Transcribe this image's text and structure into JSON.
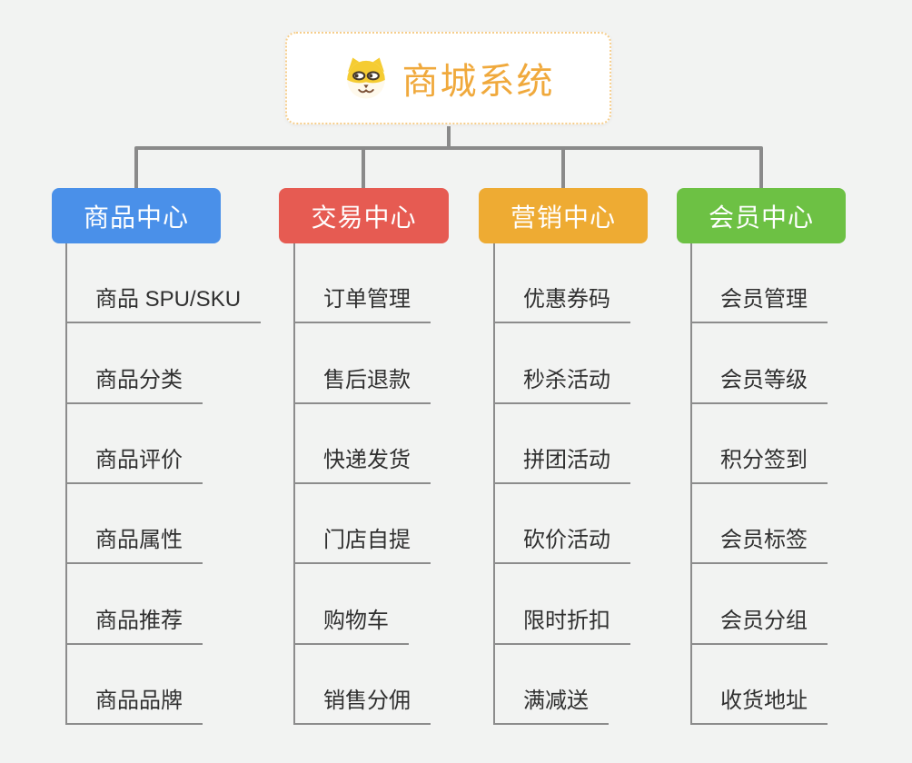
{
  "page": {
    "background": "#F2F3F2"
  },
  "root": {
    "title": "商城系统",
    "icon": "shiba-dog-icon",
    "title_color": "#F0A93C",
    "border_color": "#F6CE8C"
  },
  "connector_color": "#8A8A8A",
  "branches": [
    {
      "label": "商品中心",
      "color": "#4A90E9",
      "items": [
        "商品 SPU/SKU",
        "商品分类",
        "商品评价",
        "商品属性",
        "商品推荐",
        "商品品牌"
      ]
    },
    {
      "label": "交易中心",
      "color": "#E65B52",
      "items": [
        "订单管理",
        "售后退款",
        "快递发货",
        "门店自提",
        "购物车",
        "销售分佣"
      ]
    },
    {
      "label": "营销中心",
      "color": "#EEAB33",
      "items": [
        "优惠券码",
        "秒杀活动",
        "拼团活动",
        "砍价活动",
        "限时折扣",
        "满减送"
      ]
    },
    {
      "label": "会员中心",
      "color": "#6DC144",
      "items": [
        "会员管理",
        "会员等级",
        "积分签到",
        "会员标签",
        "会员分组",
        "收货地址"
      ]
    }
  ]
}
